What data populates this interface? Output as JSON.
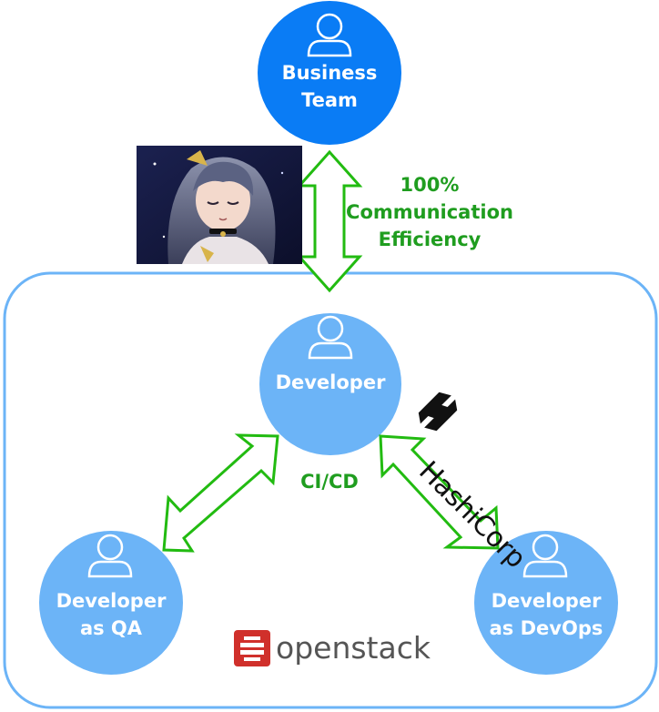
{
  "nodes": {
    "business": {
      "line1": "Business",
      "line2": "Team"
    },
    "developer": {
      "line1": "Developer"
    },
    "qa": {
      "line1": "Developer",
      "line2": "as QA"
    },
    "devops": {
      "line1": "Developer",
      "line2": "as DevOps"
    }
  },
  "labels": {
    "efficiency_1": "100%",
    "efficiency_2": "Communication",
    "efficiency_3": "Efficiency",
    "cicd": "CI/CD"
  },
  "logos": {
    "hashicorp": "HashiCorp",
    "openstack": "openstack"
  },
  "colors": {
    "business_circle": "#0a7cf5",
    "team_circle": "#6cb4f7",
    "arrow_green": "#22bb11",
    "frame": "#6cb4f7",
    "text_green": "#1f9d1f",
    "openstack_red": "#d0302b"
  },
  "icons": {
    "person": "person-outline-icon",
    "hashicorp": "hashicorp-logo-icon",
    "openstack": "openstack-logo-icon"
  }
}
